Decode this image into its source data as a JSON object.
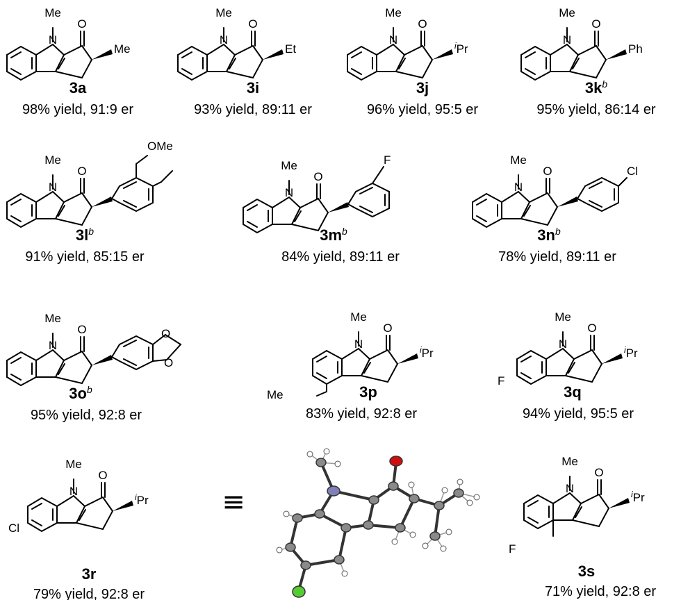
{
  "compounds": [
    {
      "id": "3a",
      "label": "3a",
      "note": "",
      "result": "98% yield, 91:9 er",
      "substituent": "Me",
      "ring_substituent": "",
      "n_methyl": "Me",
      "carbonyl": "O"
    },
    {
      "id": "3i",
      "label": "3i",
      "note": "",
      "result": "93% yield, 89:11 er",
      "substituent": "Et",
      "ring_substituent": "",
      "n_methyl": "Me",
      "carbonyl": "O"
    },
    {
      "id": "3j",
      "label": "3j",
      "note": "",
      "result": "96% yield, 95:5 er",
      "substituent_prefix": "i",
      "substituent": "Pr",
      "ring_substituent": "",
      "n_methyl": "Me",
      "carbonyl": "O"
    },
    {
      "id": "3k",
      "label": "3k",
      "note": "b",
      "result": "95% yield, 86:14 er",
      "substituent": "Ph",
      "ring_substituent": "",
      "n_methyl": "Me",
      "carbonyl": "O"
    },
    {
      "id": "3l",
      "label": "3l",
      "note": "b",
      "result": "91% yield, 85:15 er",
      "substituent": "OMe",
      "ring_substituent": "",
      "n_methyl": "Me",
      "carbonyl": "O"
    },
    {
      "id": "3m",
      "label": "3m",
      "note": "b",
      "result": "84% yield, 89:11 er",
      "substituent": "F",
      "ring_substituent": "",
      "n_methyl": "Me",
      "carbonyl": "O"
    },
    {
      "id": "3n",
      "label": "3n",
      "note": "b",
      "result": "78% yield, 89:11 er",
      "substituent": "Cl",
      "ring_substituent": "",
      "n_methyl": "Me",
      "carbonyl": "O"
    },
    {
      "id": "3o",
      "label": "3o",
      "note": "b",
      "result": "95% yield, 92:8 er",
      "substituent": "O",
      "substituent2": "O",
      "ring_substituent": "",
      "n_methyl": "Me",
      "carbonyl": "O"
    },
    {
      "id": "3p",
      "label": "3p",
      "note": "",
      "result": "83% yield, 92:8 er",
      "substituent_prefix": "i",
      "substituent": "Pr",
      "ring_substituent": "Me",
      "n_methyl": "Me",
      "carbonyl": "O"
    },
    {
      "id": "3q",
      "label": "3q",
      "note": "",
      "result": "94% yield, 95:5 er",
      "substituent_prefix": "i",
      "substituent": "Pr",
      "ring_substituent": "F",
      "n_methyl": "Me",
      "carbonyl": "O"
    },
    {
      "id": "3r",
      "label": "3r",
      "note": "",
      "result": "79% yield, 92:8 er",
      "substituent_prefix": "i",
      "substituent": "Pr",
      "ring_substituent": "Cl",
      "n_methyl": "Me",
      "carbonyl": "O"
    },
    {
      "id": "3s",
      "label": "3s",
      "note": "",
      "result": "71% yield, 92:8 er",
      "substituent_prefix": "i",
      "substituent": "Pr",
      "ring_substituent": "F",
      "n_methyl": "Me",
      "carbonyl": "O"
    }
  ],
  "equivalence_symbol": "≡",
  "crystal_structure": {
    "atom_colors": {
      "carbon": "#8a8a8a",
      "nitrogen": "#8080b8",
      "oxygen": "#d01010",
      "chlorine": "#55cc33",
      "hydrogen": "#ffffff"
    }
  }
}
